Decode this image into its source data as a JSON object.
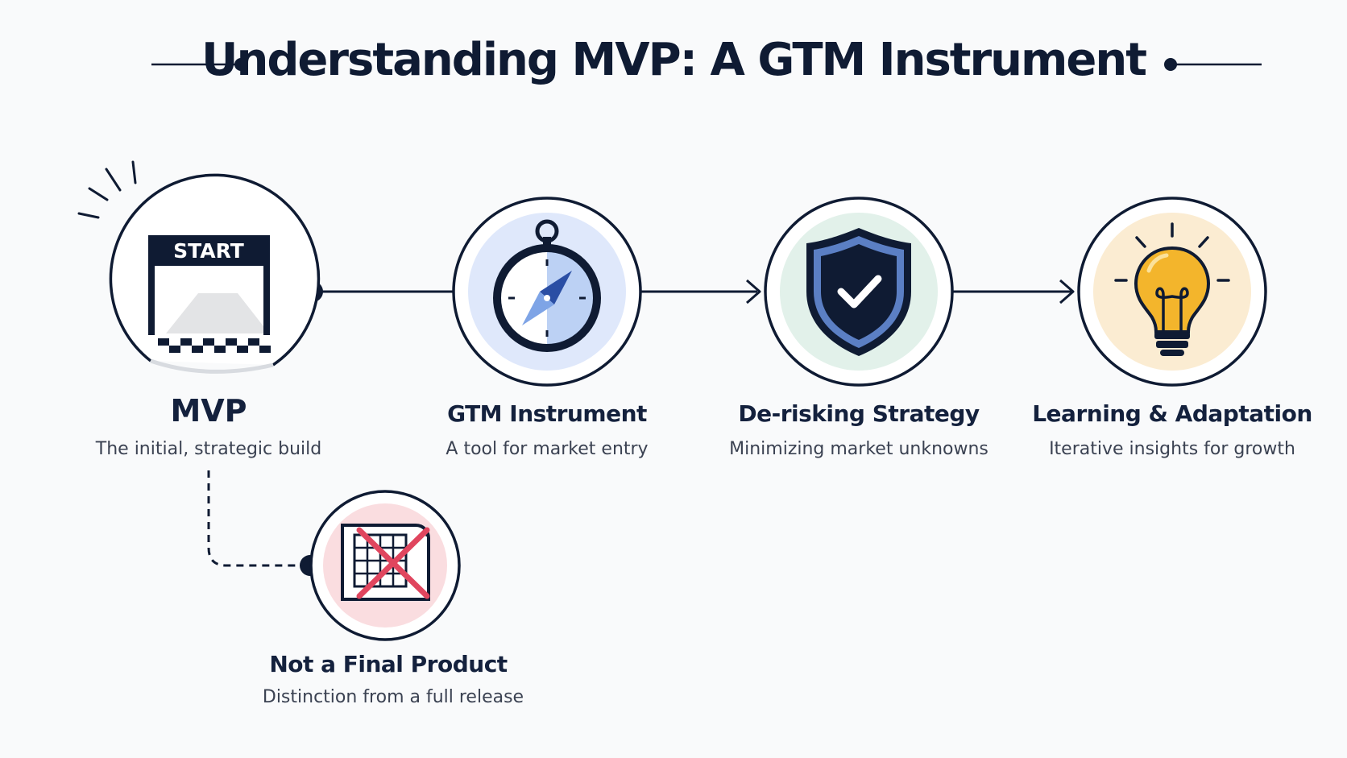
{
  "title": "Understanding MVP: A GTM Instrument",
  "nodes": [
    {
      "icon": "start-gate-icon",
      "label": "MVP",
      "description": "The initial, strategic build",
      "sign_text": "START"
    },
    {
      "icon": "compass-icon",
      "label": "GTM Instrument",
      "description": "A tool for market entry"
    },
    {
      "icon": "shield-check-icon",
      "label": "De-risking Strategy",
      "description": "Minimizing market unknowns"
    },
    {
      "icon": "lightbulb-icon",
      "label": "Learning & Adaptation",
      "description": "Iterative insights for growth"
    },
    {
      "icon": "crossed-blueprint-icon",
      "label": "Not a Final Product",
      "description": "Distinction from a full release"
    }
  ],
  "colors": {
    "navy": "#0f1b33",
    "compass_fill": "#dfe8fb",
    "shield_fill": "#e2f1ea",
    "bulb_fill": "#fbecd2",
    "cross_fill": "#fadde0",
    "cross_red": "#e0455e",
    "shield_blue": "#5b7fc4",
    "bulb_yellow": "#f3b52c"
  }
}
